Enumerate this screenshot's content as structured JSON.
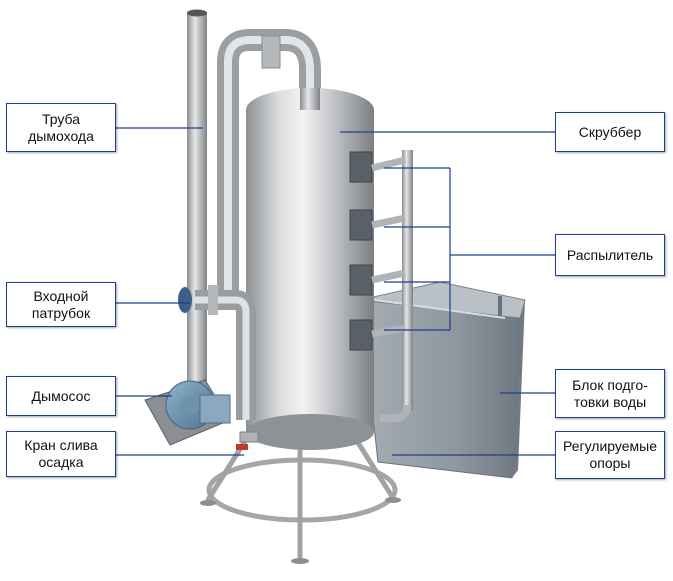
{
  "labels": {
    "chimney": "Труба\nдымохода",
    "inlet": "Входной\nпатрубок",
    "fan": "Дымосос",
    "drain": "Кран слива\nосадка",
    "scrubber": "Скруббер",
    "sprayer": "Распылитель",
    "water": "Блок подго-\nтовки воды",
    "supports": "Регулируемые\nопоры"
  },
  "colors": {
    "leader": "#1f3f8f",
    "steel": "#b9bcbf",
    "tank": "#8f9aa3"
  }
}
